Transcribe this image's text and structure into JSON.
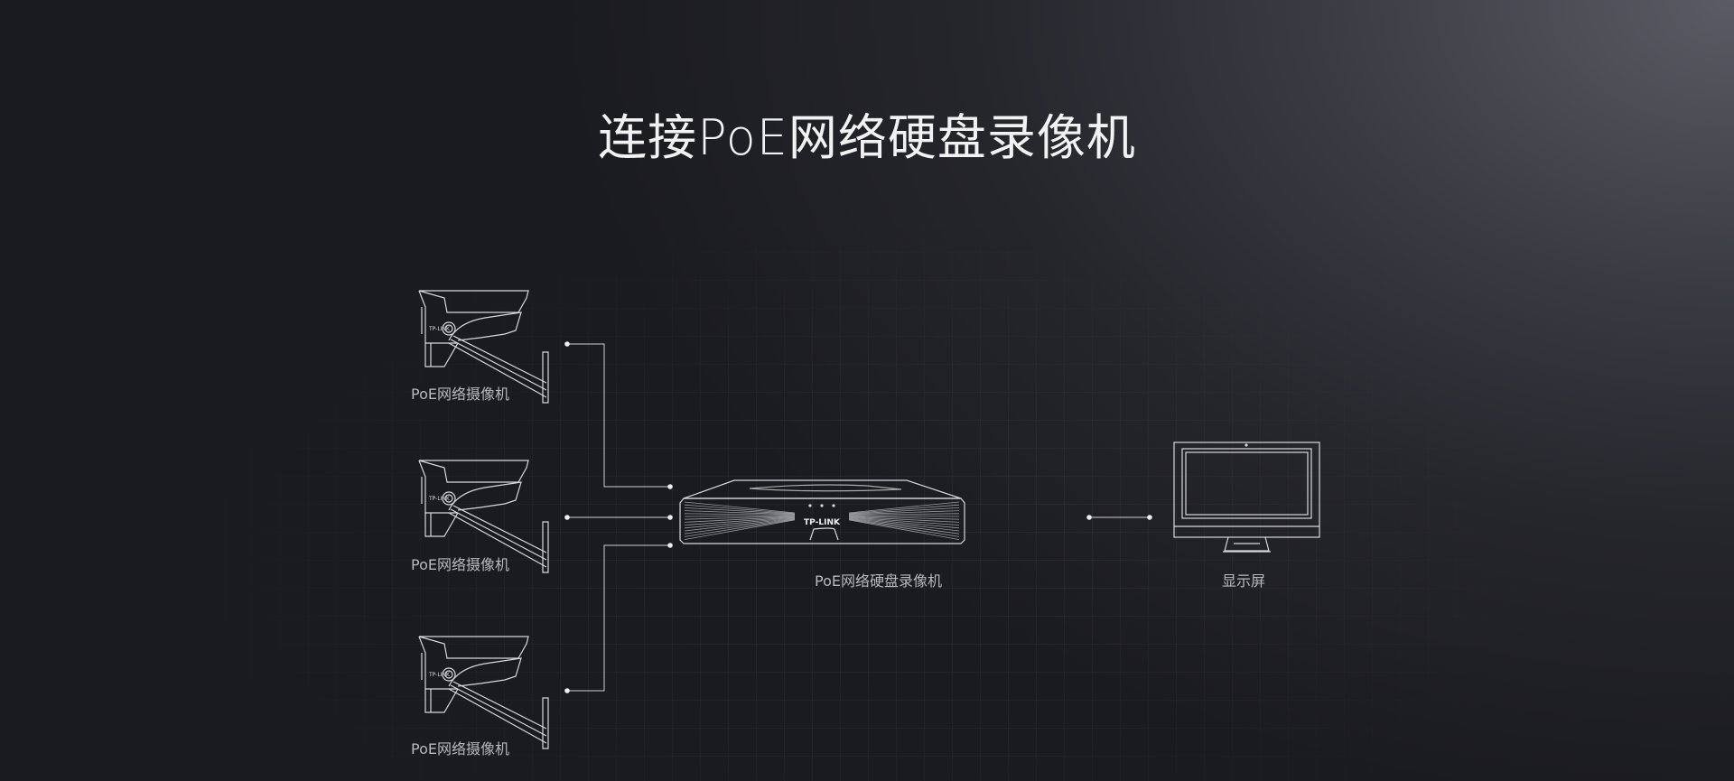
{
  "title": "连接PoE网络硬盘录像机",
  "cameras": [
    {
      "label": "PoE网络摄像机",
      "brand": "TP-LINK"
    },
    {
      "label": "PoE网络摄像机",
      "brand": "TP-LINK"
    },
    {
      "label": "PoE网络摄像机",
      "brand": "TP-LINK"
    }
  ],
  "nvr": {
    "label": "PoE网络硬盘录像机",
    "brand": "TP-LINK"
  },
  "monitor": {
    "label": "显示屏"
  }
}
